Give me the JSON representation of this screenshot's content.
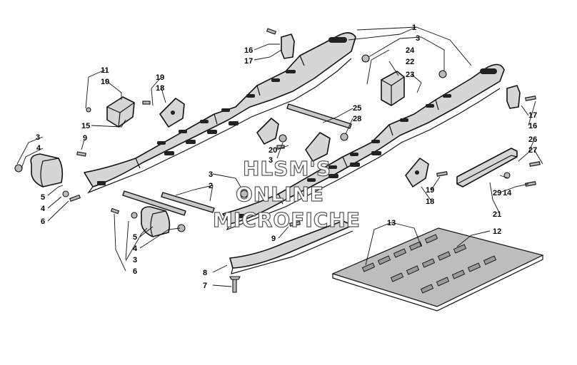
{
  "diagram": {
    "callouts": {
      "c1": "1",
      "c2": "2",
      "c3a": "3",
      "c3b": "3",
      "c3c": "3",
      "c3d": "3",
      "c3e": "3",
      "c4a": "4",
      "c4b": "4",
      "c4c": "4",
      "c5a": "5",
      "c5b": "5",
      "c6a": "6",
      "c6b": "6",
      "c7": "7",
      "c8": "8",
      "c9a": "9",
      "c9b": "9",
      "c10": "10",
      "c11": "11",
      "c12": "12",
      "c13": "13",
      "c14": "14",
      "c15": "15",
      "c16a": "16",
      "c16b": "16",
      "c17a": "17",
      "c17b": "17",
      "c18a": "18",
      "c18b": "18",
      "c19a": "19",
      "c19b": "19",
      "c20": "20",
      "c21": "21",
      "c22": "22",
      "c23": "23",
      "c24": "24",
      "c25": "25",
      "c26": "26",
      "c27": "27",
      "c28": "28",
      "c29": "29"
    },
    "watermark": {
      "line1": "HLSM'S",
      "line2": "ONLINE",
      "line3": "MICROFICHE"
    }
  }
}
